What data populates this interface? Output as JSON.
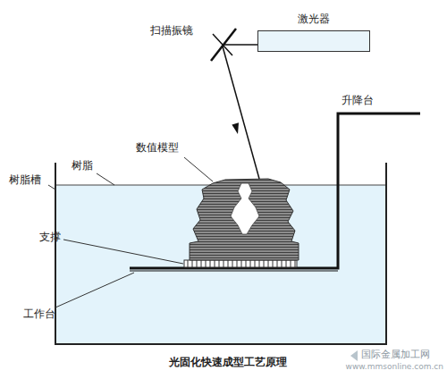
{
  "diagram": {
    "caption": "光固化快速成型工艺原理",
    "nodes": [
      {
        "text": [
          "激光器"
        ]
      }
    ],
    "labels": [
      "扫描振镜",
      "升降台",
      "数值模型",
      "树脂槽",
      "树脂",
      "支撑",
      "工作台",
      "国际金属加工网",
      "www.mmsonline.com.cn"
    ]
  }
}
